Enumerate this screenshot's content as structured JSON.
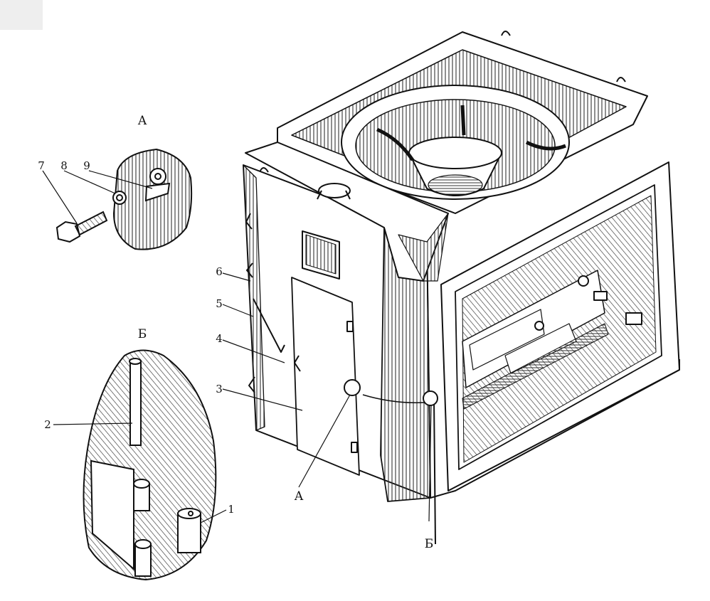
{
  "callouts": {
    "c1": "1",
    "c2": "2",
    "c3": "3",
    "c4": "4",
    "c5": "5",
    "c6": "6",
    "c7": "7",
    "c8": "8",
    "c9": "9"
  },
  "views": {
    "detail_a": "А",
    "detail_b": "Б",
    "pointer_a": "А",
    "pointer_b": "Б"
  },
  "colors": {
    "ink": "#111111",
    "paper": "#ffffff",
    "hatch": "#333333"
  }
}
